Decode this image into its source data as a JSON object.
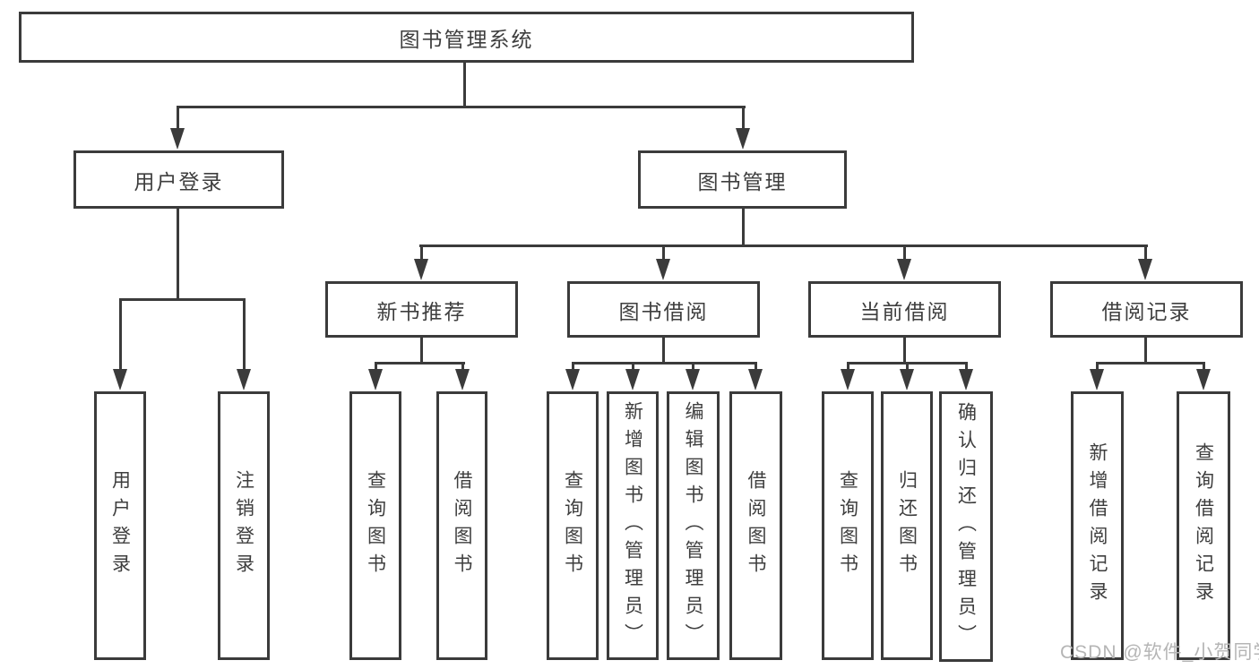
{
  "diagram": {
    "type": "hierarchy-tree",
    "root": {
      "label": "图书管理系统",
      "children": [
        {
          "label": "用户登录",
          "children": [
            {
              "label": "用户登录"
            },
            {
              "label": "注销登录"
            }
          ]
        },
        {
          "label": "图书管理",
          "children": [
            {
              "label": "新书推荐",
              "children": [
                {
                  "label": "查询图书"
                },
                {
                  "label": "借阅图书"
                }
              ]
            },
            {
              "label": "图书借阅",
              "children": [
                {
                  "label": "查询图书"
                },
                {
                  "label": "新增图书（管理员）"
                },
                {
                  "label": "编辑图书（管理员）"
                },
                {
                  "label": "借阅图书"
                }
              ]
            },
            {
              "label": "当前借阅",
              "children": [
                {
                  "label": "查询图书"
                },
                {
                  "label": "归还图书"
                },
                {
                  "label": "确认归还（管理员）"
                }
              ]
            },
            {
              "label": "借阅记录",
              "children": [
                {
                  "label": "新增借阅记录"
                },
                {
                  "label": "查询借阅记录"
                }
              ]
            }
          ]
        }
      ]
    }
  },
  "watermark": {
    "text": "CSDN @软件_小贺同学"
  },
  "colors": {
    "line": "#3b3b3b",
    "text": "#3e3e3e",
    "background": "#ffffff",
    "watermark": "#b5b5b5"
  }
}
